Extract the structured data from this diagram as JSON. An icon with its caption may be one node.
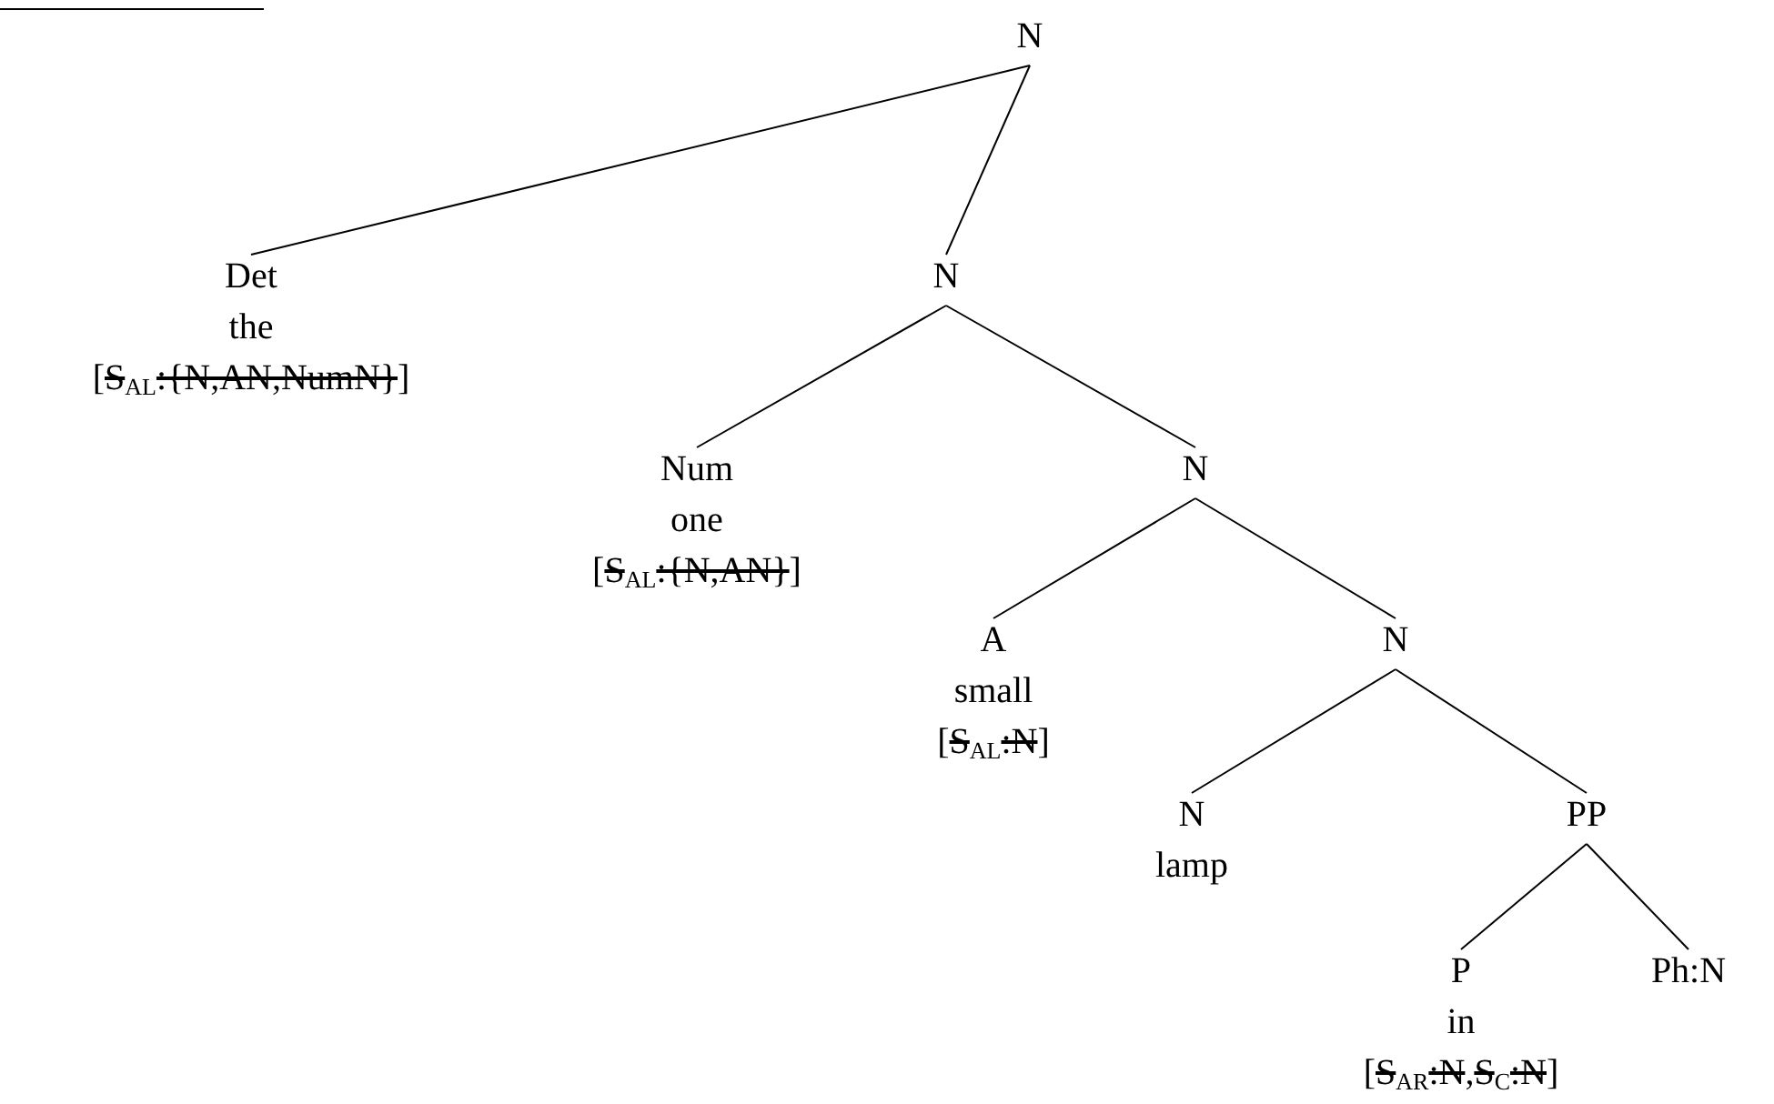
{
  "diagram": {
    "nodes": [
      {
        "text": [
          "N"
        ]
      },
      {
        "text": [
          "Det",
          "the",
          "[S$_{AL}$:{N,AN,NumN}]"
        ]
      },
      {
        "text": [
          "N"
        ]
      },
      {
        "text": [
          "Num",
          "one",
          "[S$_{AL}$:{N,AN}]"
        ]
      },
      {
        "text": [
          "N"
        ]
      },
      {
        "text": [
          "A",
          "small",
          "[S$_{AL}$:N]"
        ]
      },
      {
        "text": [
          "N"
        ]
      },
      {
        "text": [
          "N",
          "lamp"
        ]
      },
      {
        "text": [
          "PP"
        ]
      },
      {
        "text": [
          "P",
          "in",
          "[S$_{AR}$:N,S$_{C}$:N]"
        ]
      },
      {
        "text": [
          "Ph:N"
        ]
      }
    ],
    "edges": [
      {
        "from": 0,
        "to": 1,
        "arrow": "none"
      },
      {
        "from": 0,
        "to": 2,
        "arrow": "none"
      },
      {
        "from": 2,
        "to": 3,
        "arrow": "none"
      },
      {
        "from": 2,
        "to": 4,
        "arrow": "none"
      },
      {
        "from": 4,
        "to": 5,
        "arrow": "none"
      },
      {
        "from": 4,
        "to": 6,
        "arrow": "none"
      },
      {
        "from": 6,
        "to": 7,
        "arrow": "none"
      },
      {
        "from": 6,
        "to": 8,
        "arrow": "none"
      },
      {
        "from": 8,
        "to": 9,
        "arrow": "none"
      },
      {
        "from": 8,
        "to": 10,
        "arrow": "none"
      }
    ]
  }
}
